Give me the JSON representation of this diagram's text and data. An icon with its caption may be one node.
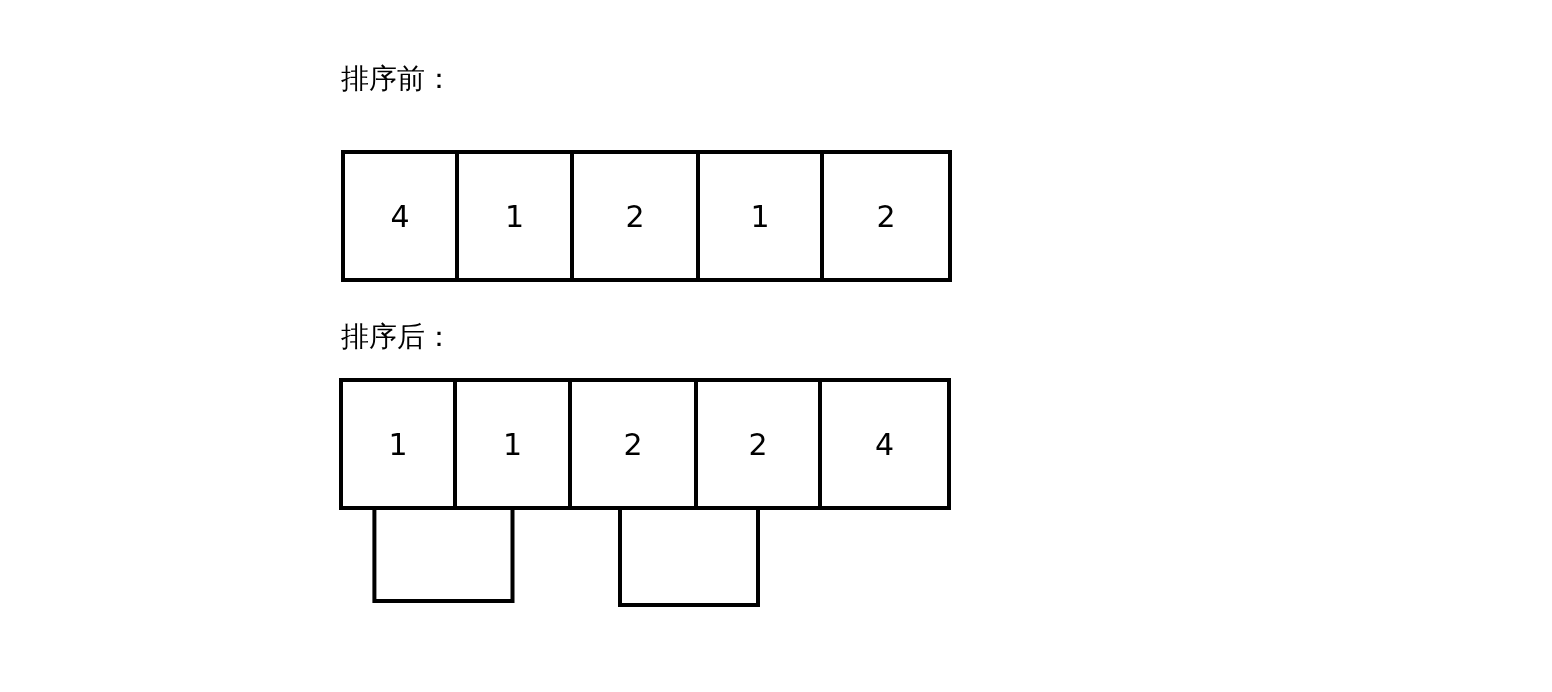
{
  "diagram": {
    "nodes": [
      {
        "text": [
          "4"
        ]
      },
      {
        "text": [
          "1"
        ]
      },
      {
        "text": [
          "2"
        ]
      },
      {
        "text": [
          "1"
        ]
      },
      {
        "text": [
          "2"
        ]
      },
      {
        "text": [
          "1"
        ]
      },
      {
        "text": [
          "1"
        ]
      },
      {
        "text": [
          "2"
        ]
      },
      {
        "text": [
          "2"
        ]
      },
      {
        "text": [
          "4"
        ]
      }
    ],
    "edges": [
      {
        "from": 5,
        "to": 6,
        "arrow": "none"
      },
      {
        "from": 7,
        "to": 8,
        "arrow": "none"
      }
    ],
    "labels": [
      "排序前：",
      "排序后："
    ]
  }
}
